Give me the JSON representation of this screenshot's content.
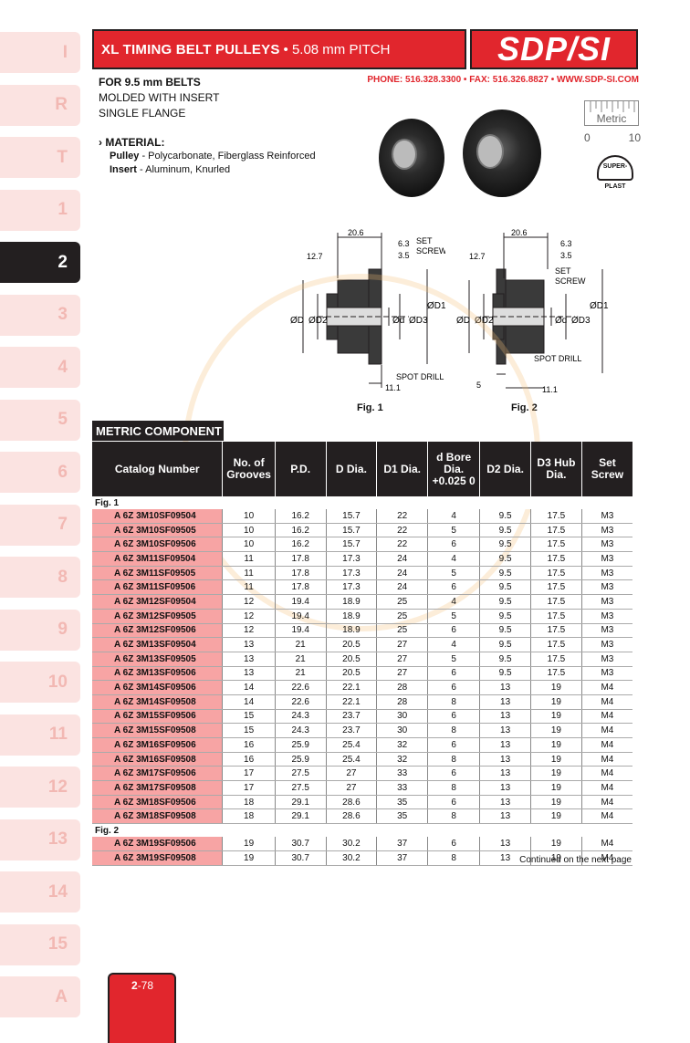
{
  "tabs": [
    "I",
    "R",
    "T",
    "1",
    "2",
    "3",
    "4",
    "5",
    "6",
    "7",
    "8",
    "9",
    "10",
    "11",
    "12",
    "13",
    "14",
    "15",
    "A"
  ],
  "active_tab": "2",
  "header": {
    "title": "XL TIMING BELT PULLEYS",
    "subtitle": "• 5.08 mm PITCH",
    "logo": "SDP/SI",
    "contact": "PHONE: 516.328.3300 • FAX: 516.326.8827 • WWW.SDP-SI.COM"
  },
  "intro": {
    "line1": "FOR 9.5 mm BELTS",
    "line2": "MOLDED WITH INSERT",
    "line3": "SINGLE FLANGE"
  },
  "material": {
    "heading": "MATERIAL:",
    "pulley_label": "Pulley",
    "pulley_text": " - Polycarbonate, Fiberglass Reinforced",
    "insert_label": "Insert",
    "insert_text": " - Aluminum, Knurled"
  },
  "metric_badge": {
    "label": "Metric",
    "left": "0",
    "right": "10"
  },
  "superplast": "SUPER-PLAST",
  "fig1": {
    "label": "Fig. 1",
    "d206": "20.6",
    "d63": "6.3",
    "d35": "3.5",
    "d127": "12.7",
    "d111": "11.1",
    "set_screw": "SET",
    "set_screw2": "SCREW",
    "spot_drill": "SPOT DRILL",
    "OD": "ØD",
    "OD2": "ØD2",
    "Od": "Ød",
    "OD3": "ØD3",
    "OD1": "ØD1"
  },
  "fig2": {
    "label": "Fig. 2",
    "d206": "20.6",
    "d63": "6.3",
    "d35": "3.5",
    "d127": "12.7",
    "d111": "11.1",
    "d5": "5",
    "set_screw": "SET",
    "set_screw2": "SCREW",
    "spot_drill": "SPOT DRILL",
    "OD": "ØD",
    "OD2": "ØD2",
    "Od": "Ød",
    "OD3": "ØD3",
    "OD1": "ØD1"
  },
  "table": {
    "title": "METRIC COMPONENT",
    "headers": [
      "Catalog Number",
      "No. of Grooves",
      "P.D.",
      "D Dia.",
      "D1 Dia.",
      "d Bore Dia. +0.025 0",
      "D2 Dia.",
      "D3 Hub Dia.",
      "Set Screw"
    ],
    "groups": [
      {
        "label": "Fig. 1",
        "rows": [
          [
            "A 6Z 3M10SF09504",
            "10",
            "16.2",
            "15.7",
            "22",
            "4",
            "9.5",
            "17.5",
            "M3"
          ],
          [
            "A 6Z 3M10SF09505",
            "10",
            "16.2",
            "15.7",
            "22",
            "5",
            "9.5",
            "17.5",
            "M3"
          ],
          [
            "A 6Z 3M10SF09506",
            "10",
            "16.2",
            "15.7",
            "22",
            "6",
            "9.5",
            "17.5",
            "M3"
          ],
          [
            "A 6Z 3M11SF09504",
            "11",
            "17.8",
            "17.3",
            "24",
            "4",
            "9.5",
            "17.5",
            "M3"
          ],
          [
            "A 6Z 3M11SF09505",
            "11",
            "17.8",
            "17.3",
            "24",
            "5",
            "9.5",
            "17.5",
            "M3"
          ],
          [
            "A 6Z 3M11SF09506",
            "11",
            "17.8",
            "17.3",
            "24",
            "6",
            "9.5",
            "17.5",
            "M3"
          ],
          [
            "A 6Z 3M12SF09504",
            "12",
            "19.4",
            "18.9",
            "25",
            "4",
            "9.5",
            "17.5",
            "M3"
          ],
          [
            "A 6Z 3M12SF09505",
            "12",
            "19.4",
            "18.9",
            "25",
            "5",
            "9.5",
            "17.5",
            "M3"
          ],
          [
            "A 6Z 3M12SF09506",
            "12",
            "19.4",
            "18.9",
            "25",
            "6",
            "9.5",
            "17.5",
            "M3"
          ],
          [
            "A 6Z 3M13SF09504",
            "13",
            "21",
            "20.5",
            "27",
            "4",
            "9.5",
            "17.5",
            "M3"
          ],
          [
            "A 6Z 3M13SF09505",
            "13",
            "21",
            "20.5",
            "27",
            "5",
            "9.5",
            "17.5",
            "M3"
          ],
          [
            "A 6Z 3M13SF09506",
            "13",
            "21",
            "20.5",
            "27",
            "6",
            "9.5",
            "17.5",
            "M3"
          ],
          [
            "A 6Z 3M14SF09506",
            "14",
            "22.6",
            "22.1",
            "28",
            "6",
            "13",
            "19",
            "M4"
          ],
          [
            "A 6Z 3M14SF09508",
            "14",
            "22.6",
            "22.1",
            "28",
            "8",
            "13",
            "19",
            "M4"
          ],
          [
            "A 6Z 3M15SF09506",
            "15",
            "24.3",
            "23.7",
            "30",
            "6",
            "13",
            "19",
            "M4"
          ],
          [
            "A 6Z 3M15SF09508",
            "15",
            "24.3",
            "23.7",
            "30",
            "8",
            "13",
            "19",
            "M4"
          ],
          [
            "A 6Z 3M16SF09506",
            "16",
            "25.9",
            "25.4",
            "32",
            "6",
            "13",
            "19",
            "M4"
          ],
          [
            "A 6Z 3M16SF09508",
            "16",
            "25.9",
            "25.4",
            "32",
            "8",
            "13",
            "19",
            "M4"
          ],
          [
            "A 6Z 3M17SF09506",
            "17",
            "27.5",
            "27",
            "33",
            "6",
            "13",
            "19",
            "M4"
          ],
          [
            "A 6Z 3M17SF09508",
            "17",
            "27.5",
            "27",
            "33",
            "8",
            "13",
            "19",
            "M4"
          ],
          [
            "A 6Z 3M18SF09506",
            "18",
            "29.1",
            "28.6",
            "35",
            "6",
            "13",
            "19",
            "M4"
          ],
          [
            "A 6Z 3M18SF09508",
            "18",
            "29.1",
            "28.6",
            "35",
            "8",
            "13",
            "19",
            "M4"
          ]
        ]
      },
      {
        "label": "Fig. 2",
        "rows": [
          [
            "A 6Z 3M19SF09506",
            "19",
            "30.7",
            "30.2",
            "37",
            "6",
            "13",
            "19",
            "M4"
          ],
          [
            "A 6Z 3M19SF09508",
            "19",
            "30.7",
            "30.2",
            "37",
            "8",
            "13",
            "19",
            "M4"
          ]
        ]
      }
    ],
    "continued": "Continued on the next page"
  },
  "page_number": {
    "chapter": "2",
    "page": "-78"
  },
  "colors": {
    "accent": "#e1262d",
    "dark": "#231f20",
    "row": "#f7a4a4",
    "tab": "#fbe3e1"
  }
}
